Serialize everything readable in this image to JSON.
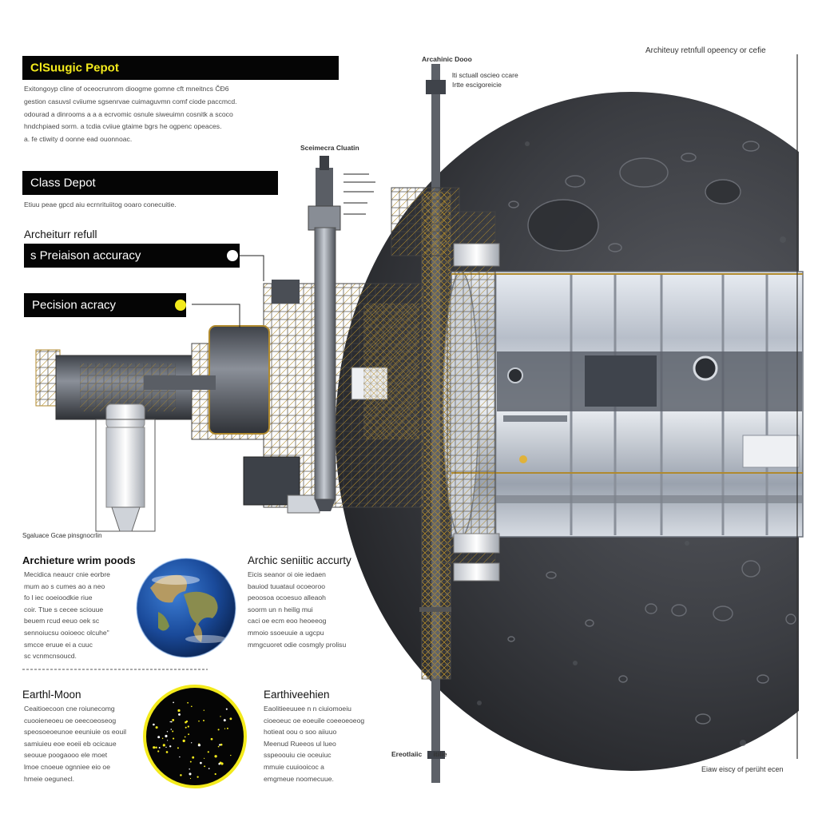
{
  "top_right_caption": "Architeuy retnfull opeency or cefie",
  "bottom_right_caption": "Eiaw eiscy of perüht ecen",
  "panel1": {
    "title": "ClSuugic Pepot",
    "body": "Exitongoyp cline of oceocrunrom dioogme gomne cft mneitncs  ČĐ6\ngestion casuvsl cviiume sgsenrvae cuimaguvmn comf ciode paccmcd.\nodourad a dinrooms a a a ecrvomic osnule siweuimn cosnitk a scoco\nhndchpiaed sorm. a tcdia cviiue gtaime bgrs he ogpenc opeaces.\na. fe ctiwity d oonne ead ouonnoac."
  },
  "panel2": {
    "title": "Class Depot",
    "body": "Etiuu peae gpcd aiu ecrnrituiitog ooaro conecuitie."
  },
  "callouts": {
    "arch_label": "Archeiturr refull",
    "bar1": "s Preiaison accuracy",
    "bar2": "Pecision acracy"
  },
  "tower_labels": {
    "top": "Arcahinic Dooo",
    "top_note": "lti sctuall oscieo ccare\nIrtte escigoreicie",
    "mid": "Sceimecra Cluatin",
    "footer": "Ereotlaiic      itilie",
    "left_footer": "Sgaluace Gcae pinsgnocrlin"
  },
  "section3": {
    "left_title": "Archieture wrim poods",
    "left_body": "Mecidica neaucr cnie eorbre\nmum ao s cumes ao a neo\nfo l iec ooeioodkie riue\ncoir. Ttue s cecee sciouue\nbeuem rcud eeuo oek sc\nsennoiucsu ooioeoc olcuhe\"\nsmcce eruue ei a cuuc\nsc vcnmcnsoucd.",
    "right_title": "Archic seniitic accurty",
    "right_body": "Eicis seanor oi oie iedaen\nbauiod tuuataul ocoeoroo\npeoosoa ocoesuo alleaoh\nsoorm un n heilig mui\ncaci oe ecm eoo heoeeog\nmmoio ssoeuuie a ugcpu\nmmgcuoret odie cosmgly prolisu"
  },
  "section4": {
    "left_title": "Earthl-Moon",
    "left_body": "Ceaitioecoon cne roiunecomg\ncuooieneoeu oe oeecoeoseog\nspeosoeoeunoe eeuniuie os eouil\nsamiuieu eoe eoeii eb ocicaue\nseouue poogaooo ele moet\nlmoe cnoeue ognniee eio oe\nhmeie oegunecl.",
    "right_title": "Earthiveehien",
    "right_body": "Eaolitieeuuee n n ciuiomoeiu\ncioeoeuc oe eoeuile coeeoeoeog\nhotieat oou o soo aiiuuo\nMeenud Rueeos ul lueo\nsspeoouiu cie oceuiuc\nmmuie cuuiooicoc a\nemgmeue noomecuue."
  },
  "colors": {
    "accent_yellow": "#f3ea1c",
    "banner_black": "#050505",
    "moon_dark": "#35373c",
    "glass_silver": "#c9ced6",
    "truss_gold": "#b08a2e"
  },
  "icons": {
    "earth": "earth-globe-icon",
    "starfield": "star-field-icon"
  }
}
